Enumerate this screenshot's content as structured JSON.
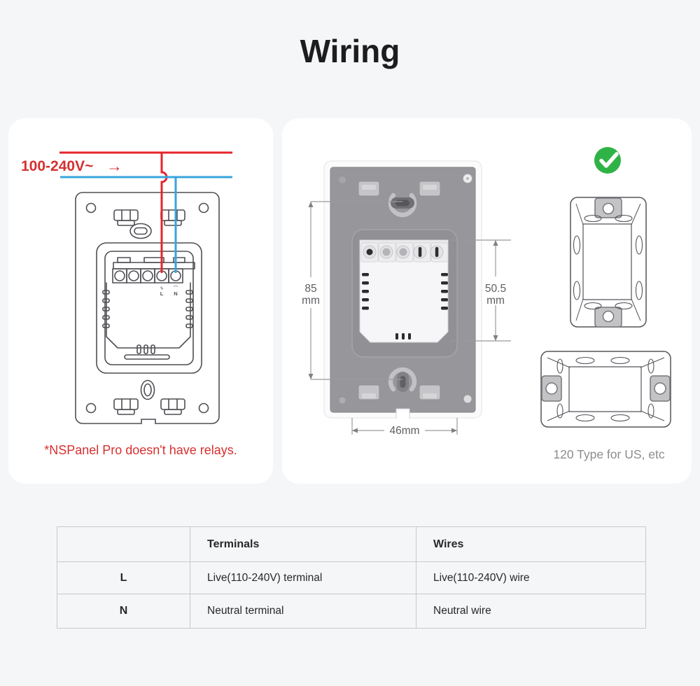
{
  "title": "Wiring",
  "colors": {
    "live_wire": "#e5242b",
    "neutral_wire": "#38a5dc",
    "red_text": "#d4302f",
    "check_green": "#30b346",
    "line_art": "#4f4f54"
  },
  "left_card": {
    "voltage_label": "100-240V~",
    "voltage_arrow": "→",
    "terminal_l_symbol": "ϟ",
    "terminal_l_label": "L",
    "terminal_n_symbol": "⌒",
    "terminal_n_label": "N",
    "note": "*NSPanel Pro doesn't have relays."
  },
  "right_card": {
    "dim_height_value": "85",
    "dim_height_unit": "mm",
    "dim_module_value": "50.5",
    "dim_module_unit": "mm",
    "dim_width_label": "46mm",
    "caption": "120 Type for US, etc"
  },
  "table": {
    "headers": [
      "",
      "Terminals",
      "Wires"
    ],
    "rows": [
      {
        "key": "L",
        "terminal": "Live(110-240V) terminal",
        "wire": "Live(110-240V) wire"
      },
      {
        "key": "N",
        "terminal": "Neutral terminal",
        "wire": "Neutral wire"
      }
    ]
  }
}
